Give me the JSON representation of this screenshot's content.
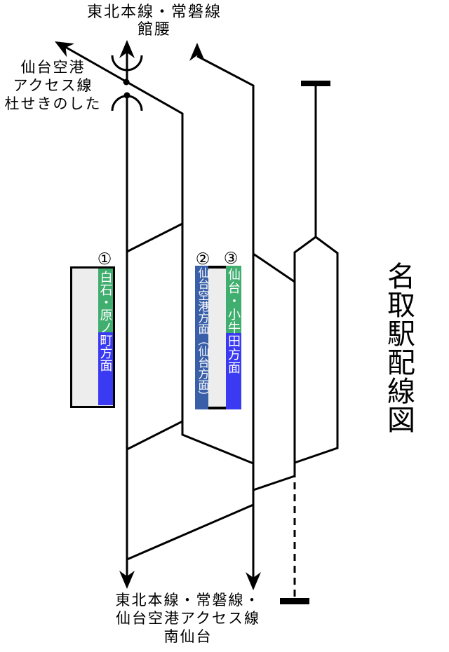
{
  "title": "名取駅配線図",
  "labels": {
    "top": {
      "line1": "東北本線・常磐線",
      "line2": "館腰"
    },
    "left": {
      "line1": "仙台空港",
      "line2": "アクセス線",
      "line3": "杜せきのした"
    },
    "bottom": {
      "line1": "東北本線・常磐線・",
      "line2": "仙台空港アクセス線",
      "line3": "南仙台"
    }
  },
  "platforms": {
    "p1": {
      "number": "①",
      "destination": "白石・原ノ町方面"
    },
    "p2": {
      "number": "②",
      "destination": "仙台空港方面（仙台方面）"
    },
    "p3": {
      "number": "③",
      "destination": "仙台・小牛田方面"
    }
  },
  "colors": {
    "line": "#000000",
    "sign_green": "#3FAE6E",
    "sign_blue": "#3A3AF2",
    "sign_access_blue": "#3A5FA9",
    "platform_fill": "#EDEDED"
  }
}
